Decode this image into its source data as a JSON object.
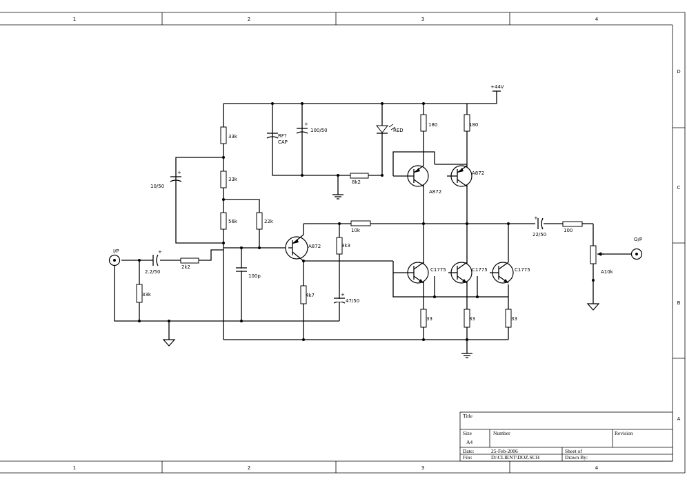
{
  "zones": {
    "columns": [
      "1",
      "2",
      "3",
      "4"
    ],
    "rows": [
      "D",
      "C",
      "B",
      "A"
    ]
  },
  "connectors": {
    "input": "I/P",
    "output": "O/P",
    "supply": "+44V"
  },
  "components": {
    "r_33k_top": "33k",
    "r_33k_mid": "33k",
    "r_56k": "56k",
    "r_22k": "22k",
    "c_10_50": "10/50",
    "c_rf_cap_line1": "RF?",
    "c_rf_cap_line2": "CAP",
    "c_100_50": "100/50",
    "led_red": "RED",
    "r_8k2": "8k2",
    "r_180_left": "180",
    "r_180_right": "180",
    "q_a872_left": "A872",
    "q_a872_right": "A872",
    "q_a872_driver": "A872",
    "c_2_2_50": "2.2/50",
    "r_2k2": "2k2",
    "r_33k_input": "33k",
    "c_100p": "100p",
    "r_3k3": "3k3",
    "r_10k": "10k",
    "r_4k7": "4k7",
    "c_47_50": "47/50",
    "q_c1775_1": "C1775",
    "q_c1775_2": "C1775",
    "q_c1775_3": "C1775",
    "r_33_1": "33",
    "r_33_2": "33",
    "r_33_3": "33",
    "c_22_50": "22/50",
    "r_100": "100",
    "pot_a10k": "A10k",
    "cap_polarity": "+"
  },
  "title_block": {
    "title_label": "Title",
    "size_label": "Size",
    "size_value": "A4",
    "number_label": "Number",
    "revision_label": "Revision",
    "date_label": "Date:",
    "date_value": "25-Feb-2006",
    "file_label": "File:",
    "file_value": "D:\\CLIENT\\DOZ.SCH",
    "sheet_label": "Sheet    of",
    "drawn_by_label": "Drawn By:"
  }
}
